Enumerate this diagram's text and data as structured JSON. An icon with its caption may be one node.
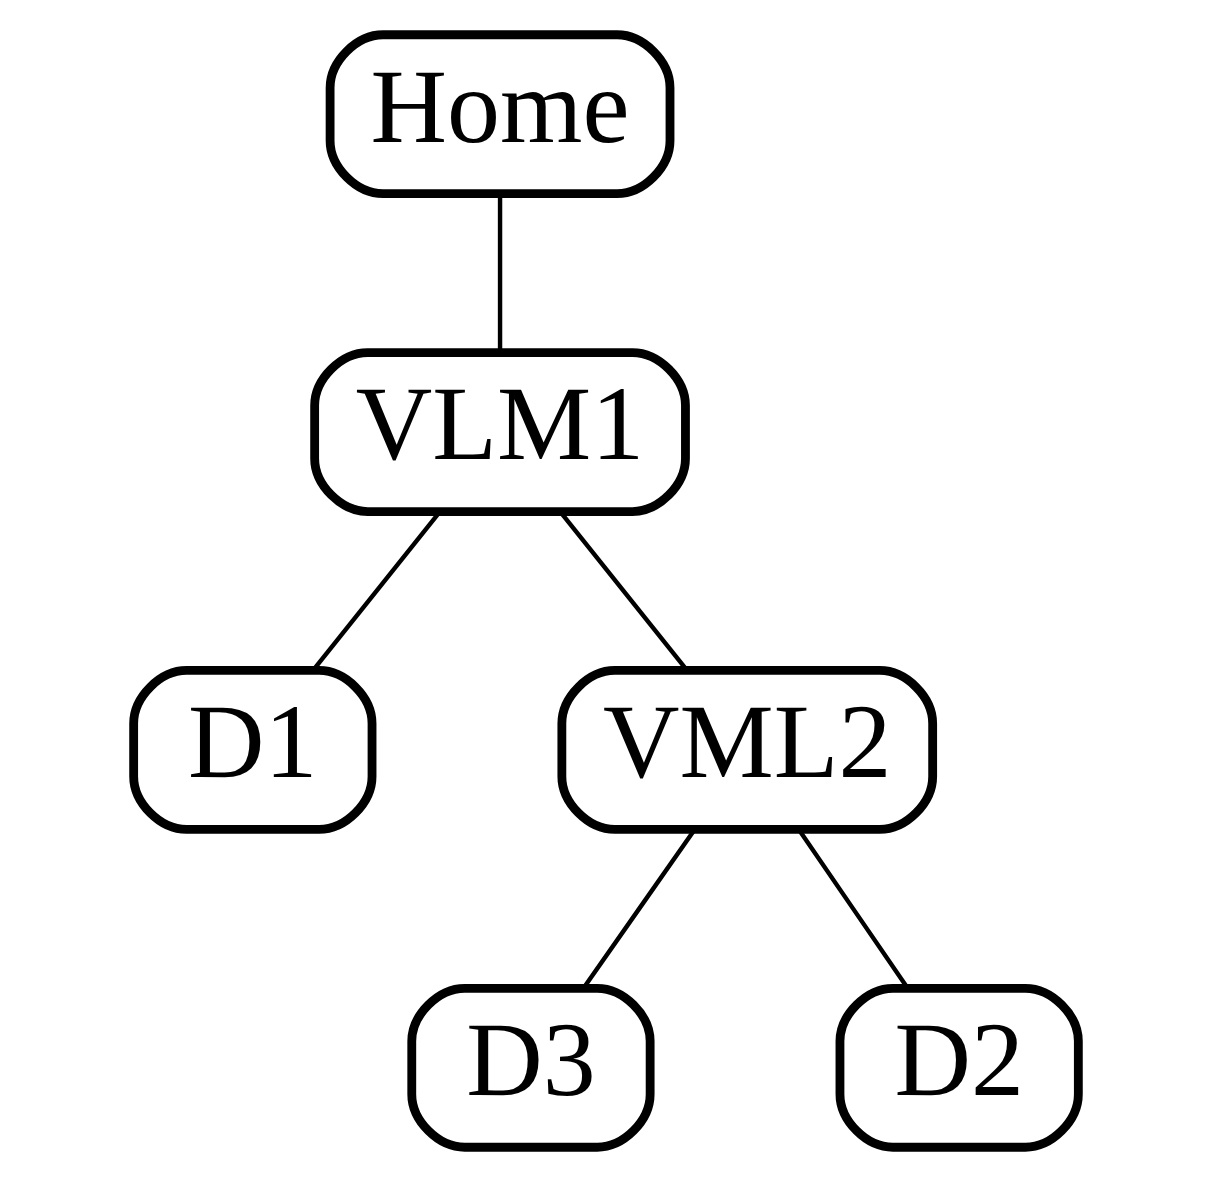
{
  "diagram": {
    "nodes": [
      {
        "text": [
          "Home"
        ]
      },
      {
        "text": [
          "VLM1"
        ]
      },
      {
        "text": [
          "D1"
        ]
      },
      {
        "text": [
          "VML2"
        ]
      },
      {
        "text": [
          "D3"
        ]
      },
      {
        "text": [
          "D2"
        ]
      }
    ],
    "edges": [
      {
        "from": 0,
        "to": 1,
        "arrow": "none"
      },
      {
        "from": 1,
        "to": 2,
        "arrow": "none"
      },
      {
        "from": 1,
        "to": 3,
        "arrow": "none"
      },
      {
        "from": 3,
        "to": 4,
        "arrow": "none"
      },
      {
        "from": 3,
        "to": 5,
        "arrow": "none"
      }
    ]
  }
}
